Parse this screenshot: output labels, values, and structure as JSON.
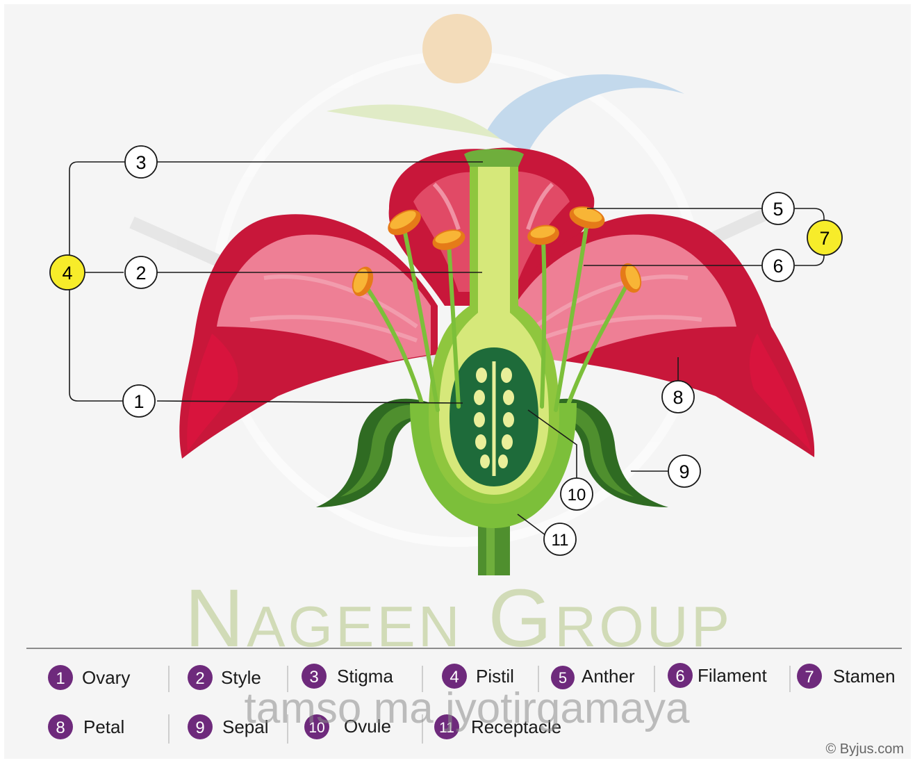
{
  "diagram": {
    "callouts": [
      {
        "num": "1",
        "name": "Ovary"
      },
      {
        "num": "2",
        "name": "Style"
      },
      {
        "num": "3",
        "name": "Stigma"
      },
      {
        "num": "4",
        "name": "Pistil"
      },
      {
        "num": "5",
        "name": "Anther"
      },
      {
        "num": "6",
        "name": "Filament"
      },
      {
        "num": "7",
        "name": "Stamen"
      },
      {
        "num": "8",
        "name": "Petal"
      },
      {
        "num": "9",
        "name": "Sepal"
      },
      {
        "num": "10",
        "name": "Ovule"
      },
      {
        "num": "11",
        "name": "Receptacle"
      }
    ]
  },
  "watermark": {
    "title": "Nageen Group",
    "tagline": "tamso ma jyotirgamaya"
  },
  "credit": "© Byjus.com",
  "colors": {
    "petal_dark": "#c8173a",
    "petal_light": "#e96a82",
    "sepal": "#2f6b22",
    "pistil_light": "#d6e87a",
    "ovary": "#1e6b3a",
    "anther": "#f4a321",
    "group_badge": "#f7ec2a",
    "legend_badge": "#6e2a7c",
    "watermark": "#b9c98e"
  }
}
